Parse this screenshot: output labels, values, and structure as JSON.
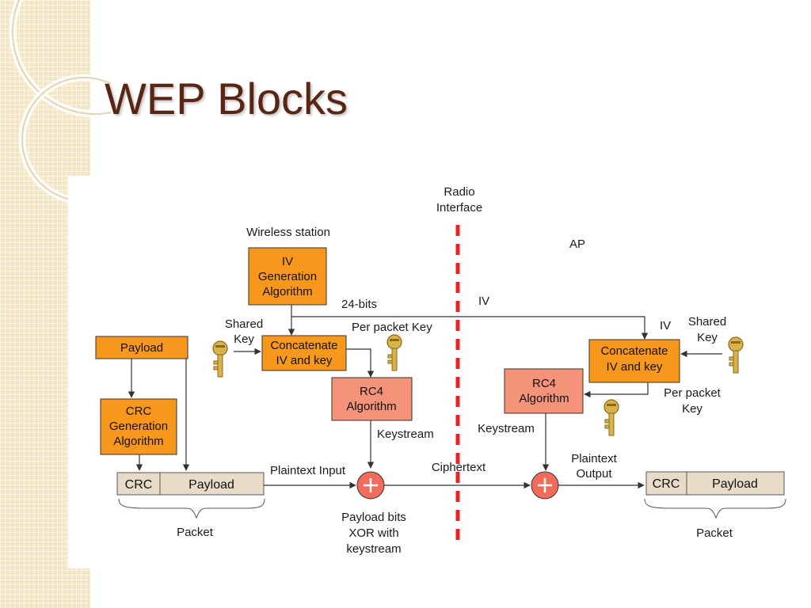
{
  "slide": {
    "title": "WEP Blocks"
  },
  "diagram": {
    "radio_interface": [
      "Radio",
      "Interface"
    ],
    "wireless_station": "Wireless station",
    "ap": "AP",
    "iv_gen": [
      "IV",
      "Generation",
      "Algorithm"
    ],
    "bits_24": "24-bits",
    "iv_top": "IV",
    "iv_right": "IV",
    "shared_key_left": [
      "Shared",
      "Key"
    ],
    "shared_key_right": [
      "Shared",
      "Key"
    ],
    "per_packet_key_left": "Per packet Key",
    "per_packet_key_right": [
      "Per packet",
      "Key"
    ],
    "payload_box": "Payload",
    "concat_left": [
      "Concatenate",
      "IV and key"
    ],
    "concat_right": [
      "Concatenate",
      "IV and key"
    ],
    "rc4_left": [
      "RC4",
      "Algorithm"
    ],
    "rc4_right": [
      "RC4",
      "Algorithm"
    ],
    "crc_gen": [
      "CRC",
      "Generation",
      "Algorithm"
    ],
    "keystream_left": "Keystream",
    "keystream_right": "Keystream",
    "plaintext_input": "Plaintext Input",
    "ciphertext": "Ciphertext",
    "plaintext_output": [
      "Plaintext",
      "Output"
    ],
    "packet_left": {
      "crc": "CRC",
      "payload": "Payload",
      "label": "Packet"
    },
    "packet_right": {
      "crc": "CRC",
      "payload": "Payload",
      "label": "Packet"
    },
    "xor_caption": [
      "Payload bits",
      "XOR with",
      "keystream"
    ],
    "colors": {
      "orange": "#f7981d",
      "salmon": "#f4937a",
      "xor": "#f26b5b",
      "tan": "#e8dcc8",
      "divider": "#e52521",
      "title": "#5a2614"
    }
  }
}
